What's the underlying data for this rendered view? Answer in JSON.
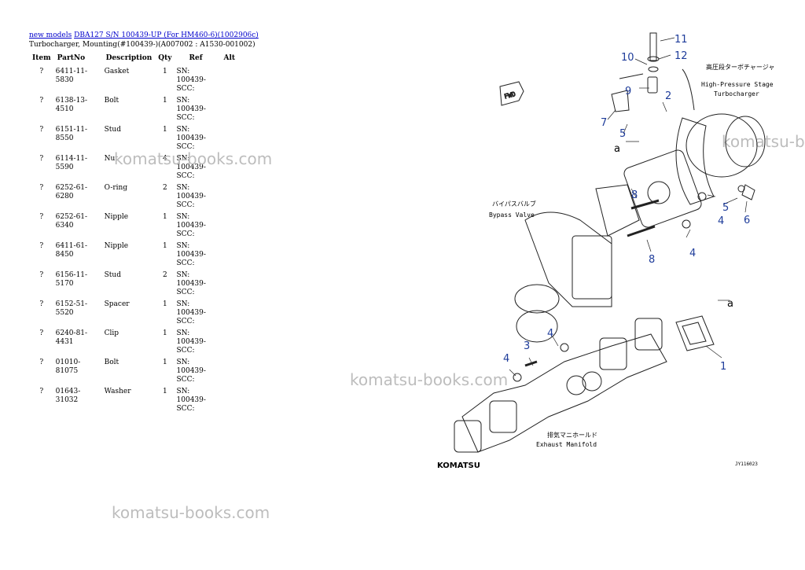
{
  "breadcrumb": {
    "link1": "new models",
    "link2": "DBA127 S/N 100439-UP (For HM460-6)(1002906c)"
  },
  "subtitle": "Turbocharger, Mounting(#100439-)(A007002 : A1530-001002)",
  "table": {
    "headers": [
      "Item",
      "PartNo",
      "Description",
      "Qty",
      "Ref",
      "Alt"
    ],
    "rows": [
      {
        "item": "?",
        "part": "6411-11-5830",
        "desc": "Gasket",
        "qty": "1",
        "ref": "SN: 100439-SCC:"
      },
      {
        "item": "?",
        "part": "6138-13-4510",
        "desc": "Bolt",
        "qty": "1",
        "ref": "SN: 100439-SCC:"
      },
      {
        "item": "?",
        "part": "6151-11-8550",
        "desc": "Stud",
        "qty": "1",
        "ref": "SN: 100439-SCC:"
      },
      {
        "item": "?",
        "part": "6114-11-5590",
        "desc": "Nut",
        "qty": "4",
        "ref": "SN: 100439-SCC:"
      },
      {
        "item": "?",
        "part": "6252-61-6280",
        "desc": "O-ring",
        "qty": "2",
        "ref": "SN: 100439-SCC:"
      },
      {
        "item": "?",
        "part": "6252-61-6340",
        "desc": "Nipple",
        "qty": "1",
        "ref": "SN: 100439-SCC:"
      },
      {
        "item": "?",
        "part": "6411-61-8450",
        "desc": "Nipple",
        "qty": "1",
        "ref": "SN: 100439-SCC:"
      },
      {
        "item": "?",
        "part": "6156-11-5170",
        "desc": "Stud",
        "qty": "2",
        "ref": "SN: 100439-SCC:"
      },
      {
        "item": "?",
        "part": "6152-51-5520",
        "desc": "Spacer",
        "qty": "1",
        "ref": "SN: 100439-SCC:"
      },
      {
        "item": "?",
        "part": "6240-81-4431",
        "desc": "Clip",
        "qty": "1",
        "ref": "SN: 100439-SCC:"
      },
      {
        "item": "?",
        "part": "01010-81075",
        "desc": "Bolt",
        "qty": "1",
        "ref": "SN: 100439-SCC:"
      },
      {
        "item": "?",
        "part": "01643-31032",
        "desc": "Washer",
        "qty": "1",
        "ref": "SN: 100439-SCC:"
      }
    ]
  },
  "watermark": "komatsu-books.com",
  "diagram": {
    "callouts": [
      "11",
      "10",
      "12",
      "9",
      "2",
      "7",
      "5",
      "a",
      "8",
      "4",
      "5",
      "6",
      "4",
      "8",
      "a",
      "4",
      "3",
      "4",
      "1"
    ],
    "labels": {
      "turbo_jp": "高圧段ターボチャージャ",
      "turbo_en1": "High-Pressure Stage",
      "turbo_en2": "Turbocharger",
      "bypass_jp": "バイパスバルブ",
      "bypass_en": "Bypass Valve",
      "manifold_jp": "排気マニホールド",
      "manifold_en": "Exhaust Manifold",
      "fwd": "FWD",
      "brand": "KOMATSU",
      "code": "JY116023"
    }
  }
}
